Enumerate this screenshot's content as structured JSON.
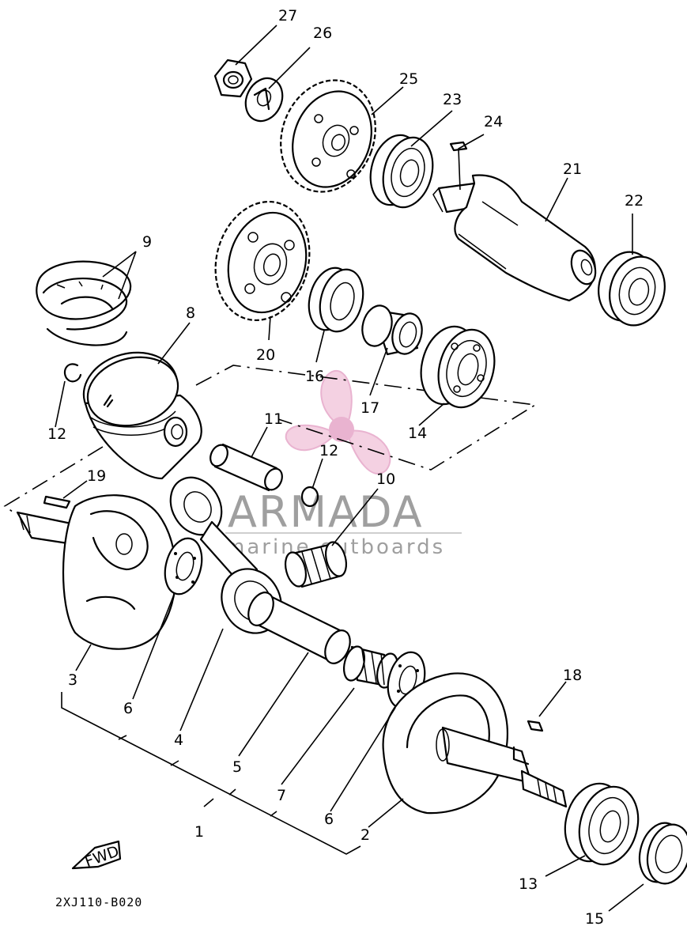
{
  "diagram": {
    "drawing_code": "2XJ110-B020",
    "fwd_label": "FWD",
    "callouts": {
      "p1": "1",
      "p2": "2",
      "p3": "3",
      "p4": "4",
      "p5": "5",
      "p6a": "6",
      "p6b": "6",
      "p7": "7",
      "p8": "8",
      "p9": "9",
      "p10": "10",
      "p11": "11",
      "p12a": "12",
      "p12b": "12",
      "p13": "13",
      "p14": "14",
      "p15": "15",
      "p16": "16",
      "p17": "17",
      "p18": "18",
      "p19": "19",
      "p20": "20",
      "p21": "21",
      "p22": "22",
      "p23": "23",
      "p24": "24",
      "p25": "25",
      "p26": "26",
      "p27": "27"
    }
  },
  "watermark": {
    "brand": "ARMADA",
    "tagline": "marine outboards",
    "colors": {
      "logo": "#e6a6c8",
      "text": "#8f8f8f"
    }
  }
}
